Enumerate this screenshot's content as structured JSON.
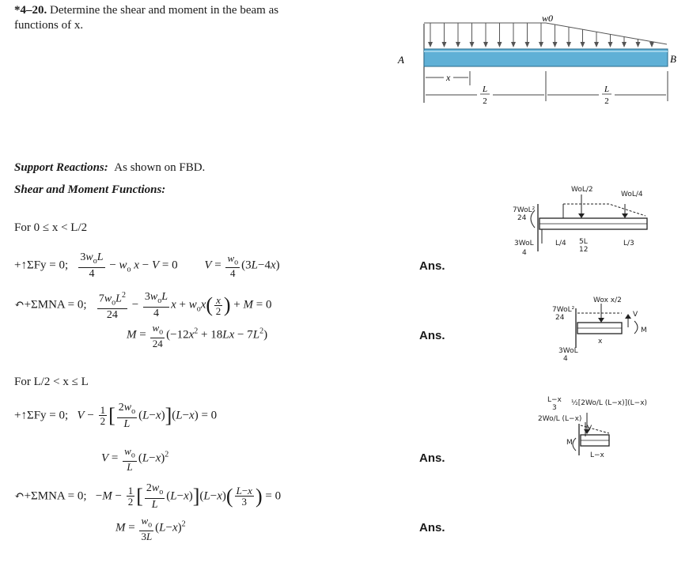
{
  "problem": {
    "number": "*4–20.",
    "statement_line1": "Determine the shear and moment in the beam as",
    "statement_line2": "functions of x."
  },
  "beam_figure": {
    "load_label": "w0",
    "support_left": "A",
    "support_right": "B",
    "dim_x": "x",
    "dim_half_1_num": "L",
    "dim_half_1_den": "2",
    "dim_half_2_num": "L",
    "dim_half_2_den": "2",
    "beam_color": "#5fb0d6",
    "load_color": "#555555"
  },
  "support_reactions": {
    "heading": "Support Reactions:",
    "text": "As shown on FBD."
  },
  "functions_heading": "Shear and Moment Functions:",
  "region1": {
    "label": "For 0 ≤ x < L/2",
    "eq_fy_lhs": "+↑ΣFy = 0;",
    "eq_m_lhs": "↶+ΣMNA = 0;",
    "ans1": "Ans.",
    "ans2": "Ans."
  },
  "region2": {
    "label": "For L/2 < x ≤ L",
    "eq_fy_lhs": "+↑ΣFy = 0;",
    "eq_m_lhs": "↶+ΣMNA = 0;",
    "ans1": "Ans.",
    "ans2": "Ans."
  }
}
